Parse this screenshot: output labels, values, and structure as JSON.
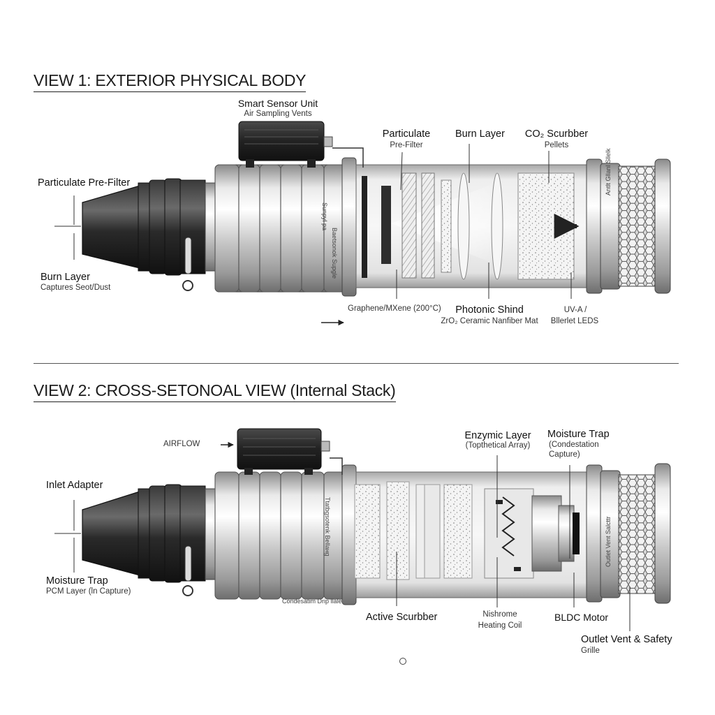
{
  "view1": {
    "title": "VIEW 1: EXTERIOR PHYSICAL BODY",
    "smart_sensor_title": "Smart Sensor Unit",
    "smart_sensor_sub": "Air Sampling Vents",
    "particulate_title": "Particulate",
    "particulate_sub": "Pre-Filter",
    "burn_layer_top": "Burn Layer",
    "co2_title": "CO₂ Scurbber",
    "co2_sub": "Pellets",
    "left_particulate": "Particulate Pre-Filter",
    "left_burn_layer": "Burn Layer",
    "left_burn_sub": "Captures Sеot/Dust",
    "graphene": "Graphene/MXene (200°C)",
    "photonic_title": "Photonic Shind",
    "photonic_sub": "ZrO₂ Ceramic Nanfiber Mat",
    "uva_title": "UV-A /",
    "uva_sub": "Bllerlet LEDS",
    "body_text_left": "Bаеtsоnоk Suрgle",
    "body_text_left2": "Sunpyl pa",
    "body_text_right": "Antlt Gllanl Sllelk"
  },
  "view2": {
    "title": "VIEW 2: CROSS-SETONOAL VIEW (Internal Stack)",
    "airflow": "AIRFLOW",
    "inlet": "Inlet Adapter",
    "moisture_left": "Moisture Trap",
    "pcm": "PCM Layer (ln Capture)",
    "drip": "Condesatim Drip llale",
    "active": "Active Scurbber",
    "enzymic_title": "Enzymic Layer",
    "enzymic_sub": "(Topthetical Array)",
    "moisture_title": "Moisture Trap",
    "moisture_sub1": "(Condestation",
    "moisture_sub2": "Capture)",
    "nichrome_title": "Nishrome",
    "nichrome_sub": "Heating Coil",
    "bldc": "BLDC Motor",
    "outlet_title": "Outlet Vent & Safety",
    "outlet_sub": "Grille",
    "body_text_left": "Ttatbgsоtenk Bellaнg",
    "body_text_right": "Outlet Vent Sаlcttr"
  }
}
